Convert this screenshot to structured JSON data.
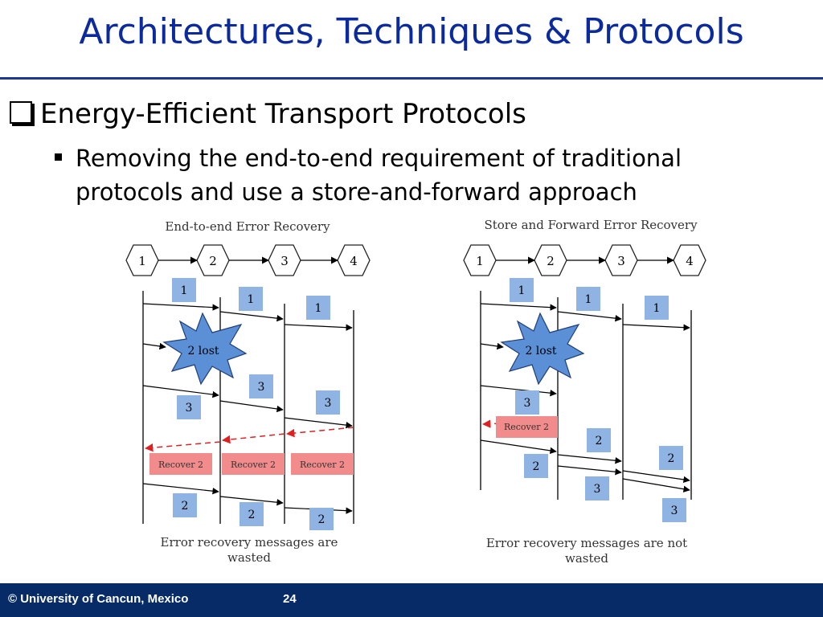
{
  "slide": {
    "title": "Architectures, Techniques & Protocols",
    "bullet_main": "Energy-Efficient Transport Protocols",
    "bullet_sub": "Removing the end-to-end requirement of traditional protocols and use a store-and-forward approach"
  },
  "left_diagram": {
    "title": "End-to-end Error Recovery",
    "nodes": [
      "1",
      "2",
      "3",
      "4"
    ],
    "lost_label": "2 lost",
    "packets": [
      "1",
      "1",
      "1",
      "3",
      "3",
      "3",
      "2",
      "2",
      "2"
    ],
    "recover_labels": [
      "Recover 2",
      "Recover 2",
      "Recover 2"
    ],
    "caption_line1": "Error recovery messages are",
    "caption_line2": "wasted"
  },
  "right_diagram": {
    "title": "Store and Forward Error Recovery",
    "nodes": [
      "1",
      "2",
      "3",
      "4"
    ],
    "lost_label": "2 lost",
    "packets": [
      "1",
      "1",
      "1",
      "3",
      "2",
      "2",
      "2",
      "3",
      "3"
    ],
    "recover_label": "Recover 2",
    "caption_line1": "Error recovery messages are not",
    "caption_line2": "wasted"
  },
  "footer": {
    "copyright": "© University of Cancun, Mexico",
    "page_number": "24"
  },
  "colors": {
    "title": "#0a2a9e",
    "packet_box": "#8fb3e3",
    "recover_box": "#f28b8b",
    "lost_burst": "#5b8fd6",
    "footer_bg": "#062b66"
  }
}
